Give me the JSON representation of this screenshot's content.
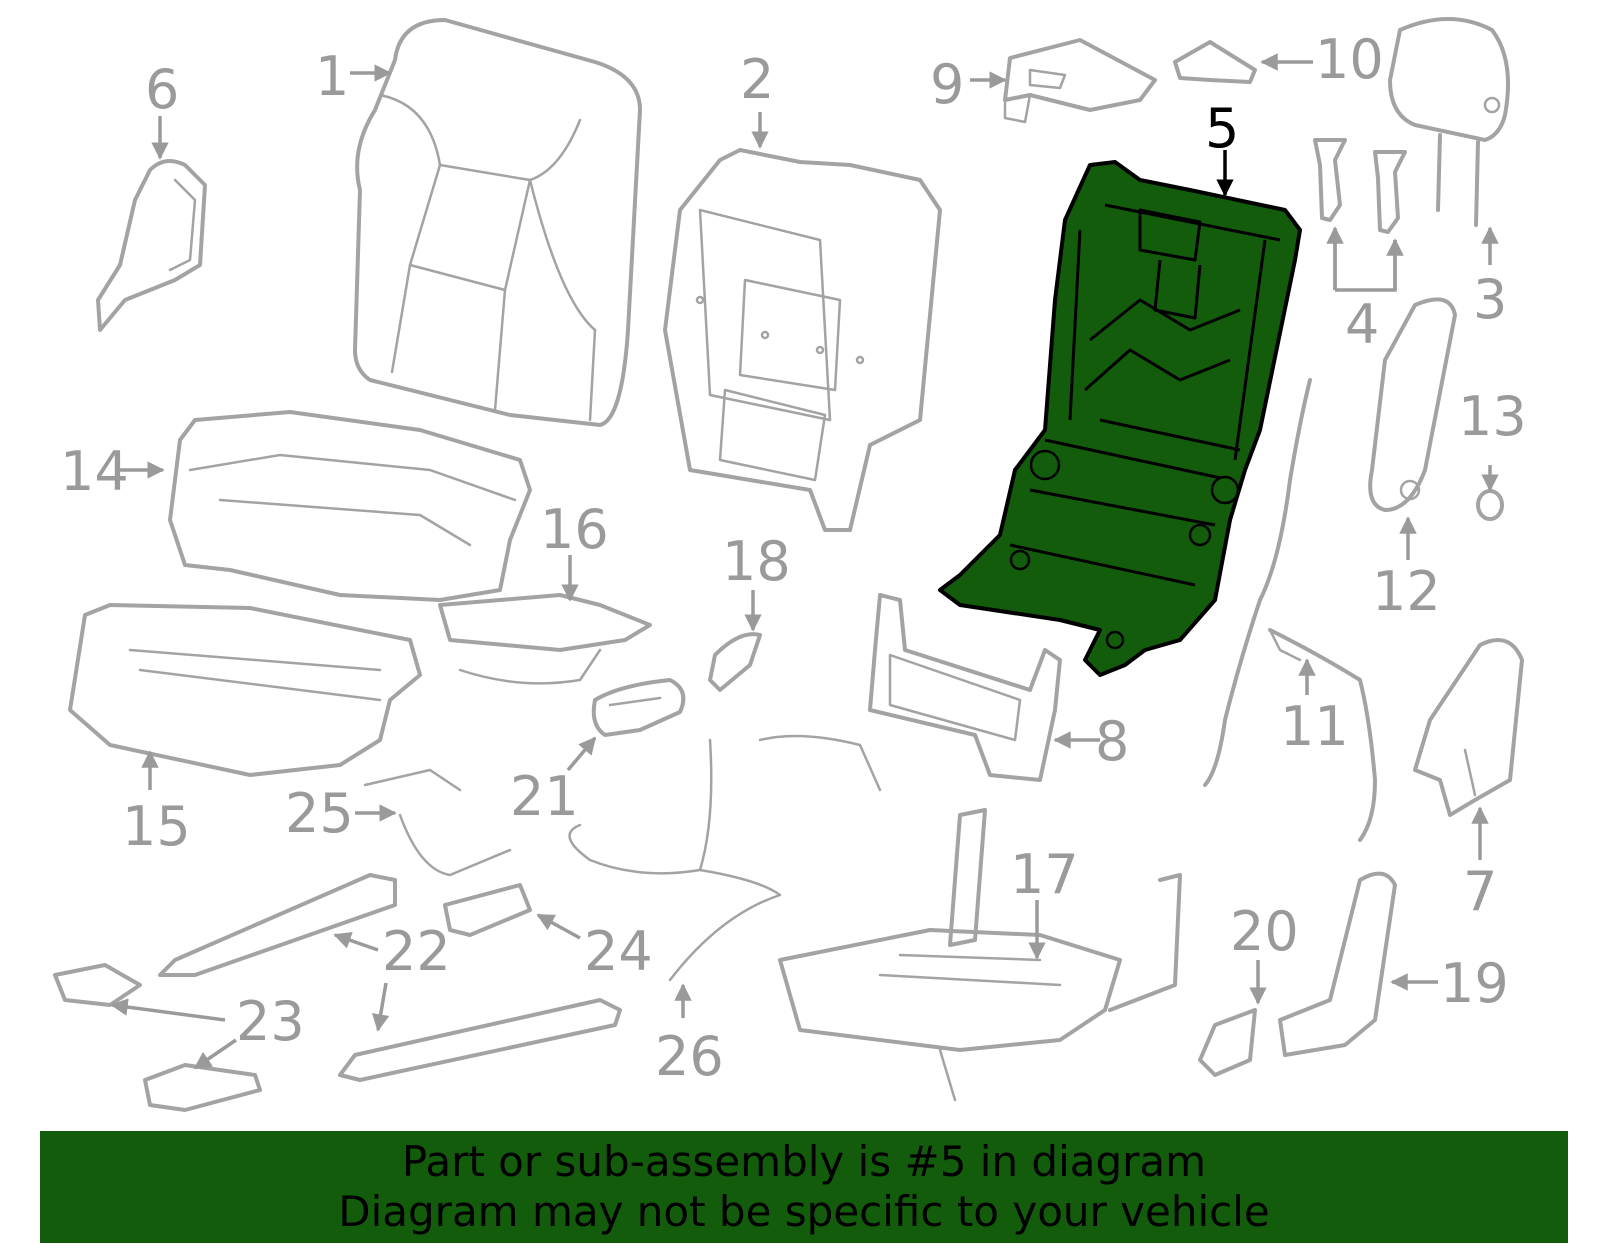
{
  "diagram": {
    "callouts": [
      {
        "id": "1",
        "label": "1"
      },
      {
        "id": "2",
        "label": "2"
      },
      {
        "id": "3",
        "label": "3"
      },
      {
        "id": "4",
        "label": "4"
      },
      {
        "id": "5",
        "label": "5"
      },
      {
        "id": "6",
        "label": "6"
      },
      {
        "id": "7",
        "label": "7"
      },
      {
        "id": "8",
        "label": "8"
      },
      {
        "id": "9",
        "label": "9"
      },
      {
        "id": "10",
        "label": "10"
      },
      {
        "id": "11",
        "label": "11"
      },
      {
        "id": "12",
        "label": "12"
      },
      {
        "id": "13",
        "label": "13"
      },
      {
        "id": "14",
        "label": "14"
      },
      {
        "id": "15",
        "label": "15"
      },
      {
        "id": "16",
        "label": "16"
      },
      {
        "id": "17",
        "label": "17"
      },
      {
        "id": "18",
        "label": "18"
      },
      {
        "id": "19",
        "label": "19"
      },
      {
        "id": "20",
        "label": "20"
      },
      {
        "id": "21",
        "label": "21"
      },
      {
        "id": "22",
        "label": "22"
      },
      {
        "id": "23",
        "label": "23"
      },
      {
        "id": "24",
        "label": "24"
      },
      {
        "id": "25",
        "label": "25"
      },
      {
        "id": "26",
        "label": "26"
      }
    ],
    "highlighted_part": "5",
    "highlight_color": "#135c0c",
    "line_color": "#a3a3a3"
  },
  "banner": {
    "line1": "Part or sub-assembly is #5 in diagram",
    "line2": "Diagram may not be specific to your vehicle",
    "background": "#135c0c"
  }
}
